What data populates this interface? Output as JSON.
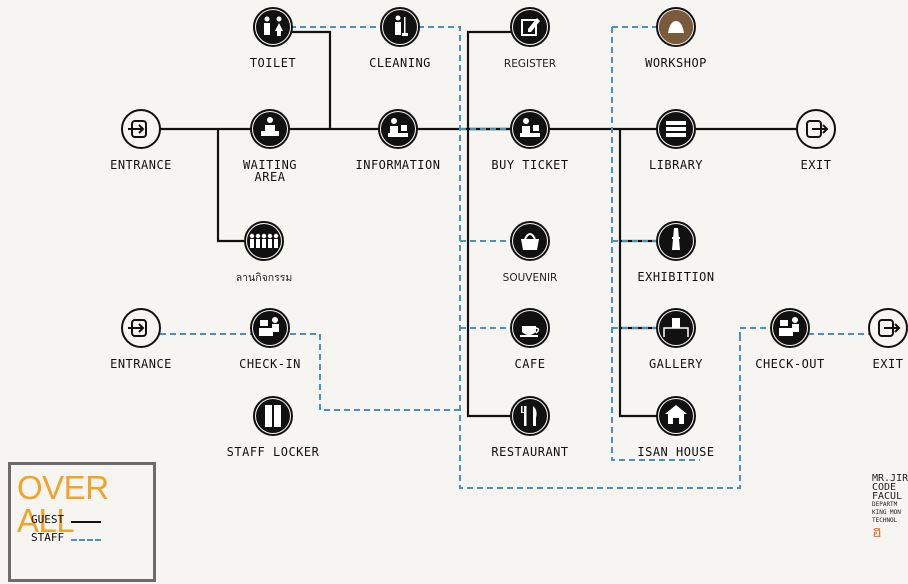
{
  "nodes": [
    {
      "id": "toilet",
      "label": "TOILET",
      "icon": "toilet-icon"
    },
    {
      "id": "cleaning",
      "label": "CLEANING",
      "icon": "cleaning-staff-icon"
    },
    {
      "id": "register",
      "label": "REGISTER",
      "icon": "pencil-edit-icon"
    },
    {
      "id": "workshop",
      "label": "WORKSHOP",
      "icon": "hands-workshop-icon"
    },
    {
      "id": "entrance1",
      "label": "ENTRANCE",
      "icon": "entrance-icon"
    },
    {
      "id": "waiting",
      "label": "WAITING\nAREA",
      "icon": "seated-person-icon"
    },
    {
      "id": "information",
      "label": "INFORMATION",
      "icon": "information-desk-icon"
    },
    {
      "id": "buyticket",
      "label": "BUY TICKET",
      "icon": "ticket-desk-icon"
    },
    {
      "id": "library",
      "label": "LIBRARY",
      "icon": "books-icon"
    },
    {
      "id": "exit1",
      "label": "EXIT",
      "icon": "exit-icon"
    },
    {
      "id": "activity",
      "label": "ลานกิจกรรม",
      "icon": "people-group-icon"
    },
    {
      "id": "souvenir",
      "label": "SOUVENIR",
      "icon": "bag-icon"
    },
    {
      "id": "exhibition",
      "label": "EXHIBITION",
      "icon": "tower-icon"
    },
    {
      "id": "entrance2",
      "label": "ENTRANCE",
      "icon": "entrance-icon"
    },
    {
      "id": "checkin",
      "label": "CHECK-IN",
      "icon": "check-in-desk-icon"
    },
    {
      "id": "cafe",
      "label": "CAFE",
      "icon": "coffee-cup-icon"
    },
    {
      "id": "gallery",
      "label": "GALLERY",
      "icon": "gallery-exhibit-icon"
    },
    {
      "id": "checkout",
      "label": "CHECK-OUT",
      "icon": "check-out-desk-icon"
    },
    {
      "id": "exit2",
      "label": "EXIT",
      "icon": "exit-icon"
    },
    {
      "id": "stafflocker",
      "label": "STAFF LOCKER",
      "icon": "locker-icon"
    },
    {
      "id": "restaurant",
      "label": "RESTAURANT",
      "icon": "fork-knife-icon"
    },
    {
      "id": "isanhouse",
      "label": "ISAN HOUSE",
      "icon": "house-icon"
    }
  ],
  "legend": {
    "title": "OVER ALL",
    "guest": "GUEST",
    "staff": "STAFF",
    "title_color": "#f0a32b",
    "guest_color": "#111111",
    "staff_color": "#4a93b5"
  },
  "credit": {
    "line1": "MR.JIR",
    "line2": "CODE",
    "line3": "FACUL",
    "line4": "DEPARTM",
    "line5": "KING MON",
    "line6": "TECHNOL"
  }
}
